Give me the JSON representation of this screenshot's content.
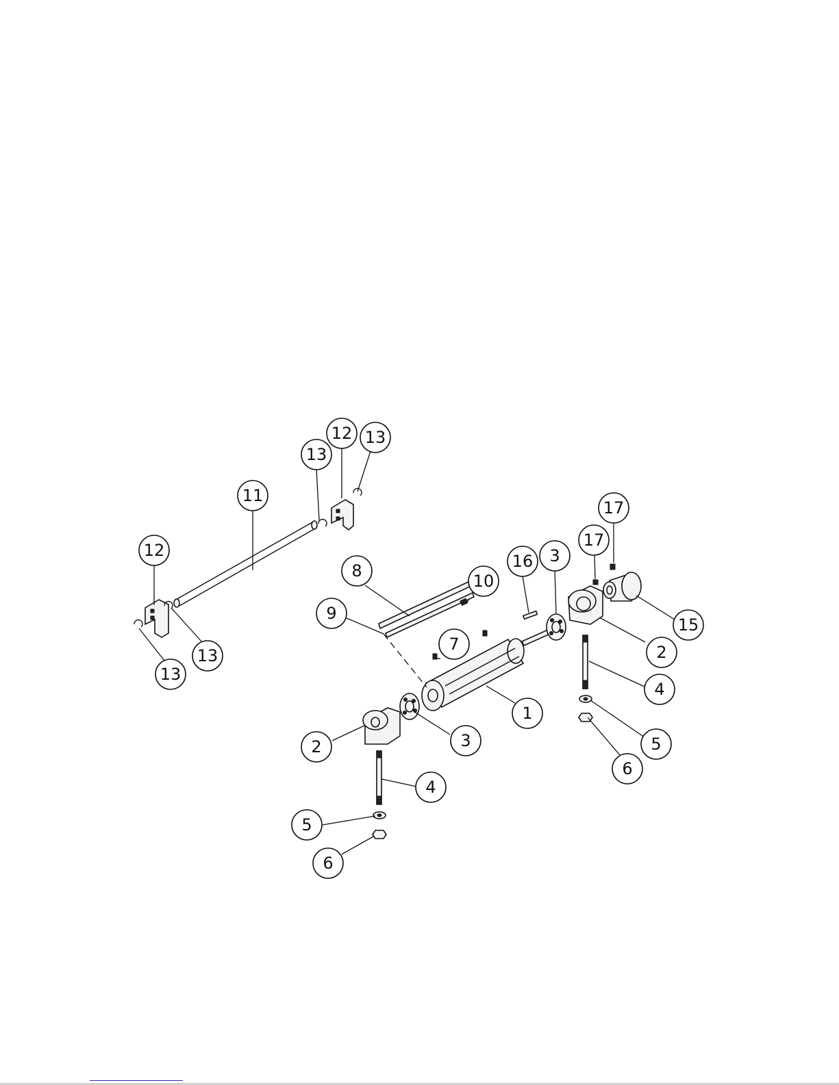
{
  "diagram": {
    "callouts": [
      {
        "id": "c1",
        "label": "1"
      },
      {
        "id": "c2a",
        "label": "2"
      },
      {
        "id": "c2b",
        "label": "2"
      },
      {
        "id": "c3a",
        "label": "3"
      },
      {
        "id": "c3b",
        "label": "3"
      },
      {
        "id": "c4a",
        "label": "4"
      },
      {
        "id": "c4b",
        "label": "4"
      },
      {
        "id": "c5a",
        "label": "5"
      },
      {
        "id": "c5b",
        "label": "5"
      },
      {
        "id": "c6a",
        "label": "6"
      },
      {
        "id": "c6b",
        "label": "6"
      },
      {
        "id": "c7",
        "label": "7"
      },
      {
        "id": "c8",
        "label": "8"
      },
      {
        "id": "c9",
        "label": "9"
      },
      {
        "id": "c10",
        "label": "10"
      },
      {
        "id": "c11",
        "label": "11"
      },
      {
        "id": "c12a",
        "label": "12"
      },
      {
        "id": "c12b",
        "label": "12"
      },
      {
        "id": "c13a",
        "label": "13"
      },
      {
        "id": "c13b",
        "label": "13"
      },
      {
        "id": "c13c",
        "label": "13"
      },
      {
        "id": "c13d",
        "label": "13"
      },
      {
        "id": "c15",
        "label": "15"
      },
      {
        "id": "c16",
        "label": "16"
      },
      {
        "id": "c17a",
        "label": "17"
      },
      {
        "id": "c17b",
        "label": "17"
      }
    ]
  }
}
